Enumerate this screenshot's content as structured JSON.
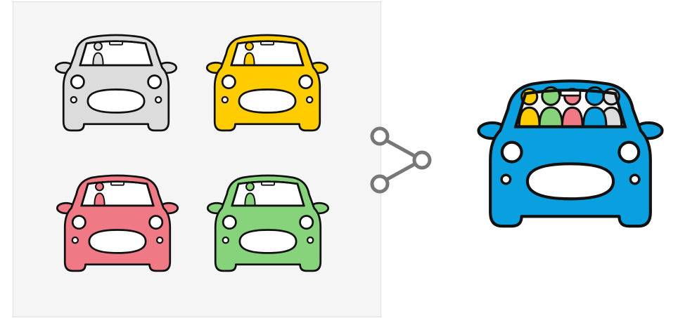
{
  "illustration": {
    "left_group": {
      "cars": [
        {
          "name": "gray",
          "body_color": "#dcdcdc",
          "passengers": 1,
          "passenger_colors": [
            "#dcdcdc"
          ]
        },
        {
          "name": "yellow",
          "body_color": "#ffcc00",
          "passengers": 1,
          "passenger_colors": [
            "#ffcc00"
          ]
        },
        {
          "name": "pink",
          "body_color": "#ef7a86",
          "passengers": 1,
          "passenger_colors": [
            "#ef7a86"
          ]
        },
        {
          "name": "green",
          "body_color": "#86d37c",
          "passengers": 1,
          "passenger_colors": [
            "#86d37c"
          ]
        }
      ]
    },
    "share_icon": {
      "icon": "share-icon",
      "color": "#777777"
    },
    "right_car": {
      "name": "blue",
      "body_color": "#0aa0e0",
      "passengers": 5,
      "passenger_colors": [
        "#ffcc00",
        "#86d37c",
        "#ef7a86",
        "#0aa0e0",
        "#dcdcdc"
      ]
    }
  }
}
